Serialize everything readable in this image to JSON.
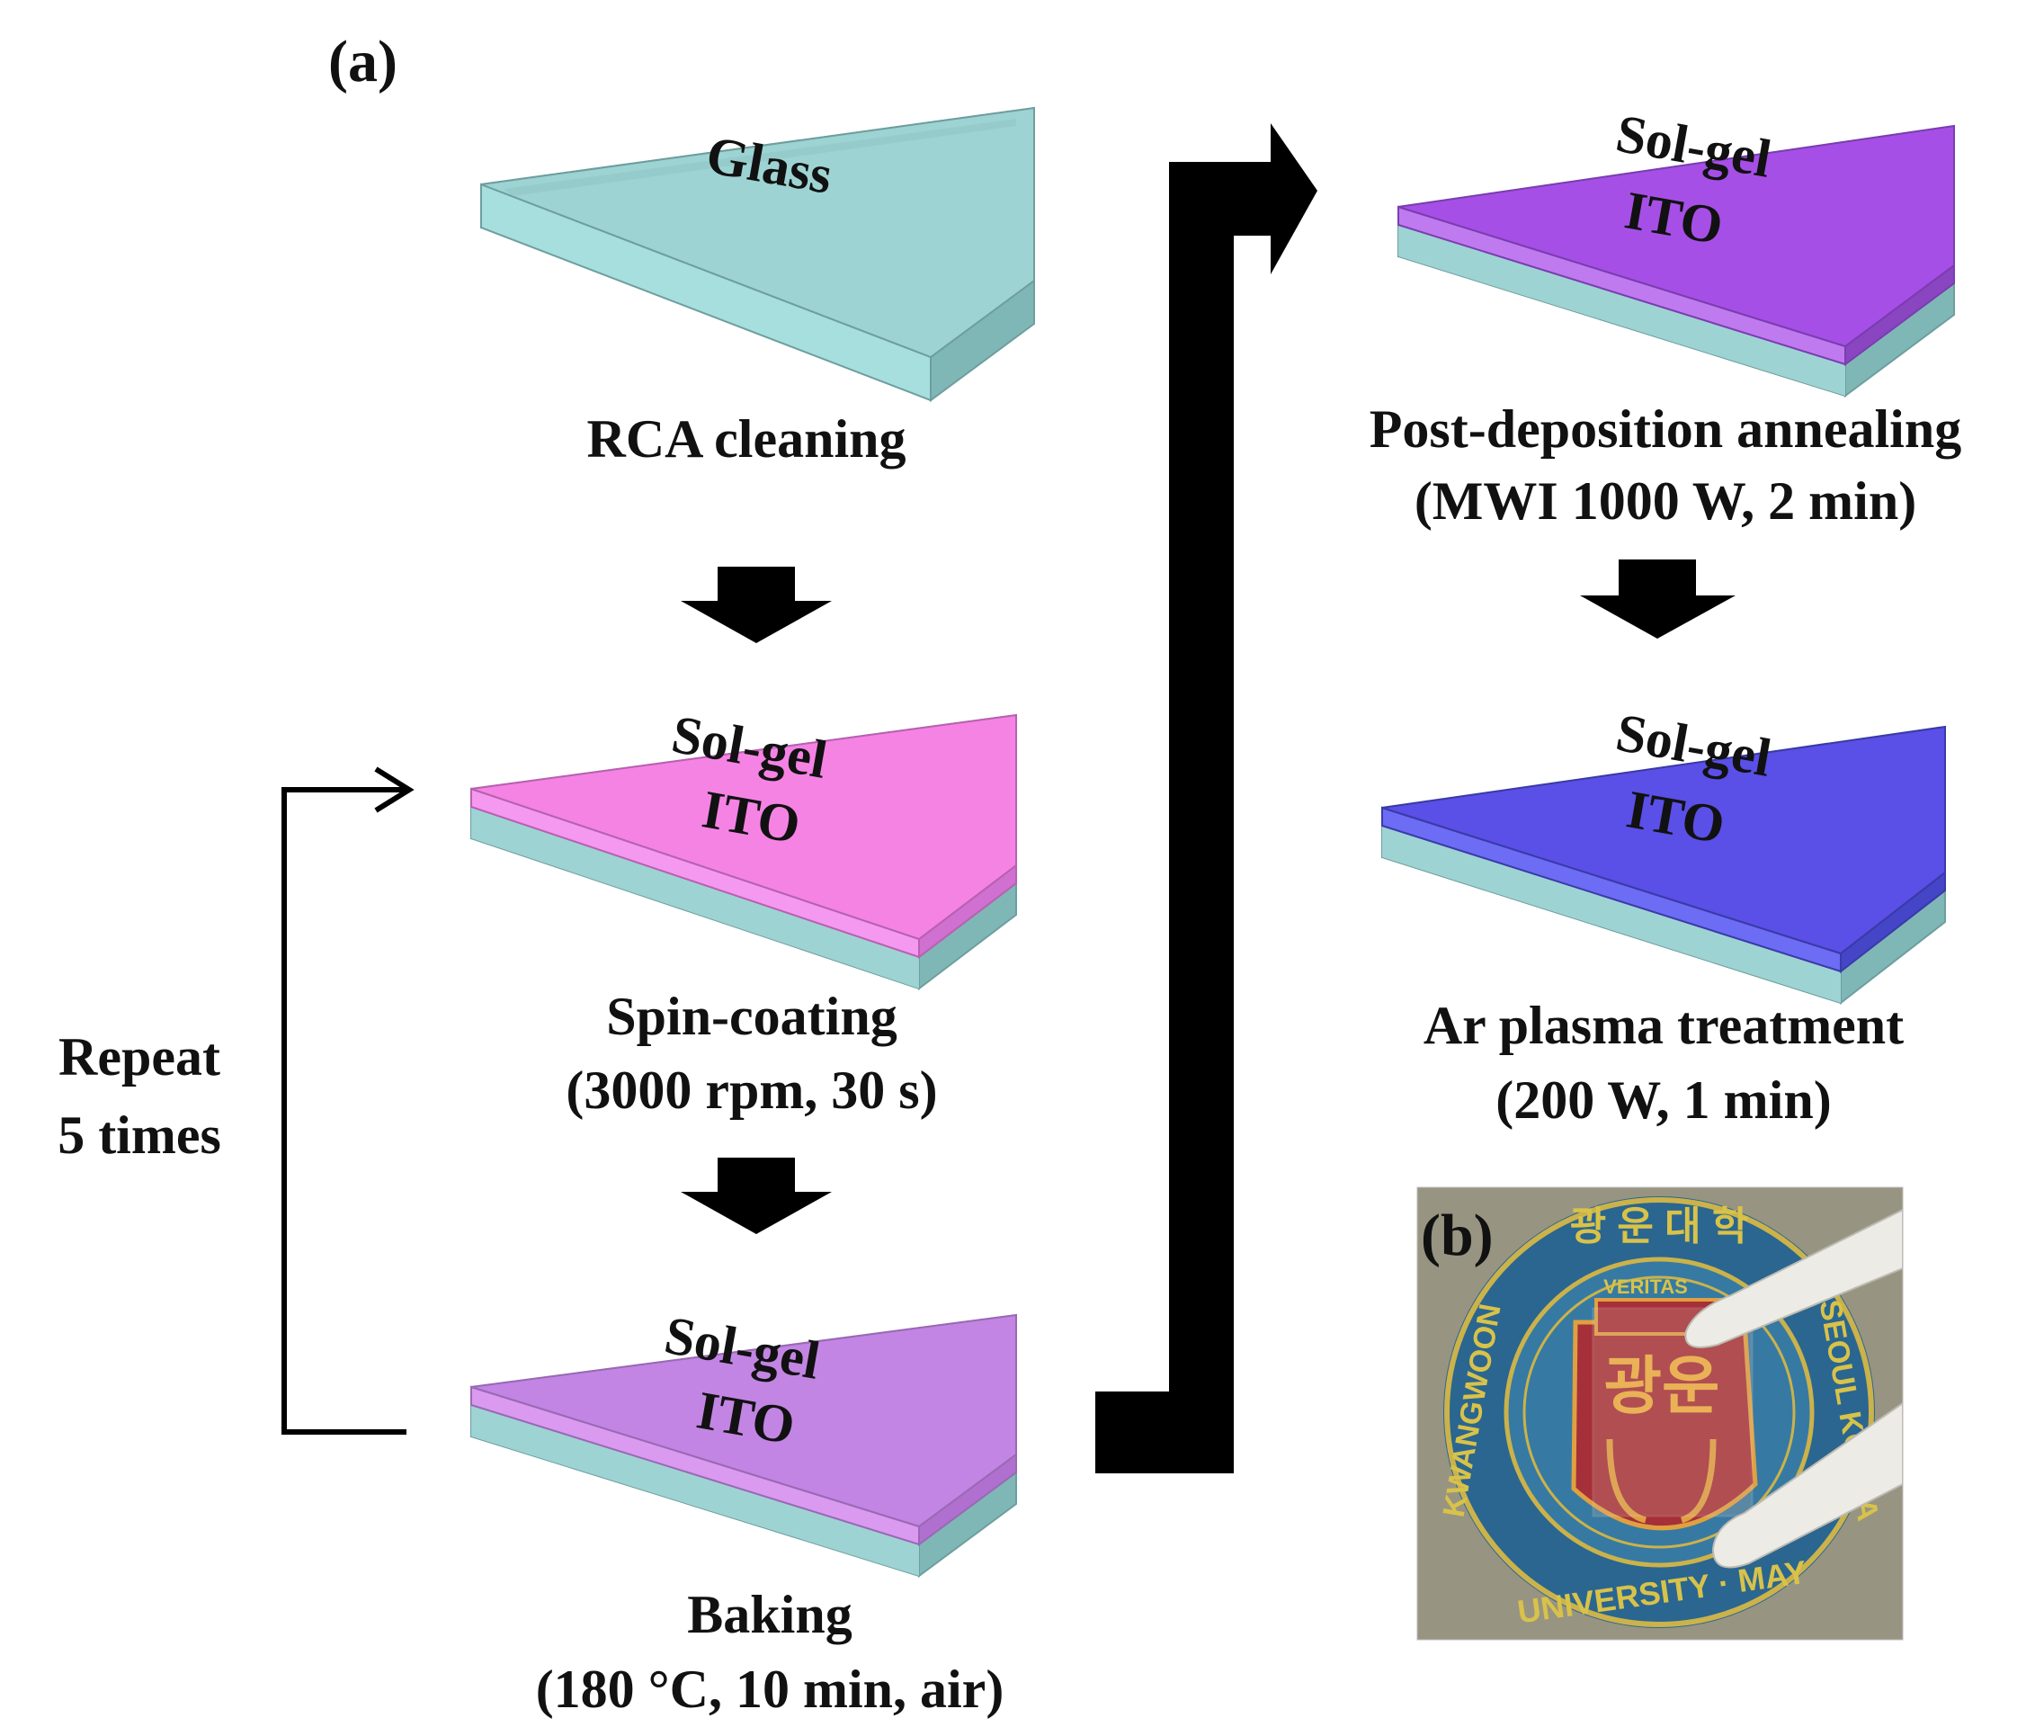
{
  "panel_a": {
    "label": "(a)",
    "steps": {
      "glass": {
        "slab_text": "Glass",
        "caption": [
          "RCA cleaning"
        ]
      },
      "spin": {
        "slab_text": [
          "Sol-gel",
          "ITO"
        ],
        "caption": [
          "Spin-coating",
          "(3000 rpm, 30 s)"
        ]
      },
      "bake": {
        "slab_text": [
          "Sol-gel",
          "ITO"
        ],
        "caption": [
          "Baking",
          "(180 °C, 10 min, air)"
        ]
      },
      "anneal": {
        "slab_text": [
          "Sol-gel",
          "ITO"
        ],
        "caption": [
          "Post-deposition annealing",
          "(MWI 1000 W, 2 min)"
        ]
      },
      "plasma": {
        "slab_text": [
          "Sol-gel",
          "ITO"
        ],
        "caption": [
          "Ar plasma treatment",
          "(200 W, 1 min)"
        ]
      }
    },
    "repeat_label": [
      "Repeat",
      "5 times"
    ]
  },
  "panel_b": {
    "label": "(b)",
    "seal_text": {
      "top": "광 운 대 학",
      "left": "KWANGWOON",
      "bottom": "UNIVERSITY · MAY",
      "right": "SEOUL KOREA",
      "inner": "VERITAS",
      "emblem": "광운"
    }
  },
  "colors": {
    "glass": "#9ed3d3",
    "sol_gel_spin": "#f583e4",
    "sol_gel_bake": "#c285e4",
    "sol_gel_anneal": "#a64fe6",
    "sol_gel_plasma": "#5a4fe6",
    "arrow": "#000000",
    "seal_ring": "#1f5f8a",
    "seal_field": "#2d6f95",
    "emblem": "#a5303a"
  }
}
